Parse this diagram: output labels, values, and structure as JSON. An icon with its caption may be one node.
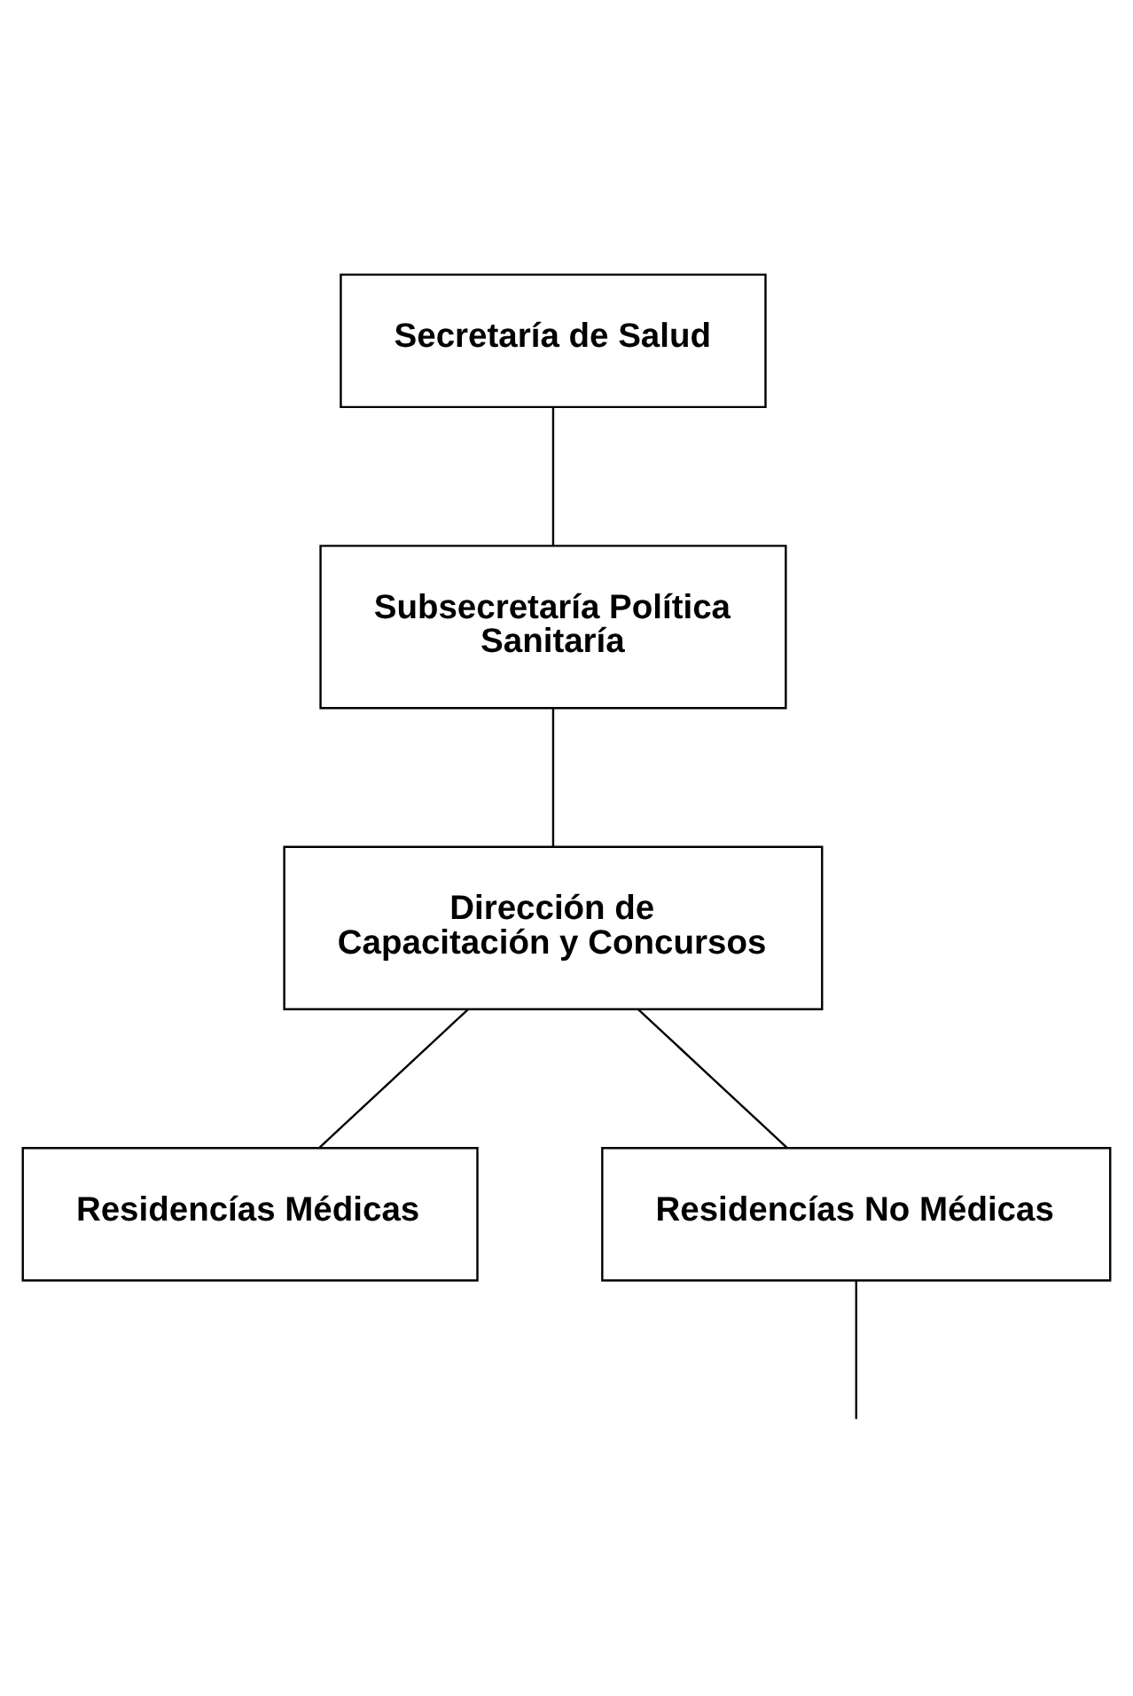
{
  "diagram": {
    "nodes": [
      {
        "text": [
          "Secretaría de Salud"
        ]
      },
      {
        "text": [
          "Subsecretaría Política Sanitaría"
        ]
      },
      {
        "text": [
          "Dirección de Capacitación y Concursos"
        ]
      },
      {
        "text": [
          "Residencías Médicas"
        ]
      },
      {
        "text": [
          "Residencías No Médicas"
        ]
      }
    ],
    "edges": [
      {
        "from": 0,
        "to": 1,
        "arrow": "none"
      },
      {
        "from": 1,
        "to": 2,
        "arrow": "none"
      },
      {
        "from": 2,
        "to": 3,
        "arrow": "none"
      },
      {
        "from": 2,
        "to": 4,
        "arrow": "none"
      },
      {
        "from": 4,
        "to": null,
        "arrow": "none"
      }
    ]
  }
}
